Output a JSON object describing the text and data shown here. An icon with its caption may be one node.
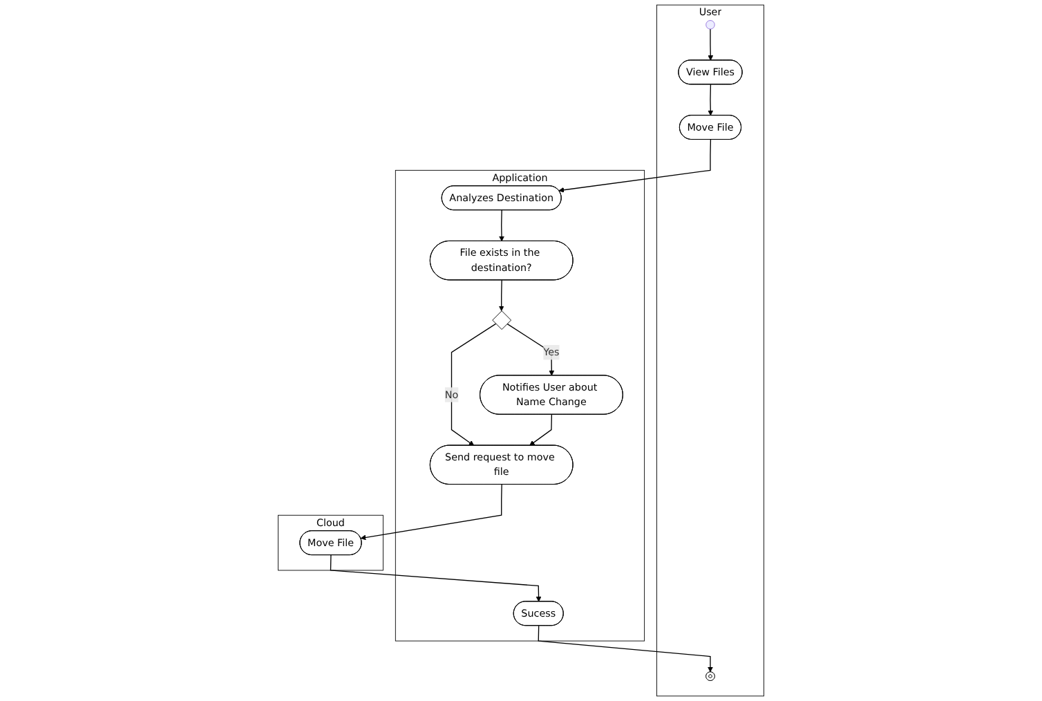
{
  "diagram": {
    "nodes": [
      {
        "text": [
          "User"
        ]
      },
      {
        "text": [
          "Application"
        ]
      },
      {
        "text": [
          "Cloud"
        ]
      },
      {
        "text": [],
        "shape": "circle",
        "in": 0
      },
      {
        "text": [
          "View Files"
        ],
        "in": 0
      },
      {
        "text": [
          "Move File"
        ],
        "in": 0
      },
      {
        "text": [
          "Analyzes Destination"
        ],
        "in": 1
      },
      {
        "text": [
          "File exists in the destination?"
        ],
        "in": 1
      },
      {
        "text": [
          "Notifies User about Name Change"
        ],
        "in": 1
      },
      {
        "text": [],
        "shape": "diamond",
        "in": 1
      },
      {
        "text": [
          "Send request to move file"
        ],
        "in": 1
      },
      {
        "text": [
          "Move File"
        ],
        "in": 2
      },
      {
        "text": [
          "Sucess"
        ],
        "in": 1
      },
      {
        "text": [],
        "shape": "circle",
        "in": 0
      }
    ],
    "edges": [
      {
        "from": 3,
        "to": 4,
        "arrow": "to"
      },
      {
        "from": 4,
        "to": 5,
        "arrow": "to"
      },
      {
        "from": 5,
        "to": 6,
        "arrow": "to"
      },
      {
        "from": 6,
        "to": 7,
        "arrow": "to"
      },
      {
        "from": 7,
        "to": 9,
        "arrow": "to"
      },
      {
        "from": 9,
        "to": 8,
        "arrow": "to",
        "label": "Yes"
      },
      {
        "from": 9,
        "to": 10,
        "arrow": "to",
        "label": "No"
      },
      {
        "from": 8,
        "to": 10,
        "arrow": "to"
      },
      {
        "from": 10,
        "to": 11,
        "arrow": "to"
      },
      {
        "from": 11,
        "to": 12,
        "arrow": "to"
      },
      {
        "from": 12,
        "to": 13,
        "arrow": "to"
      }
    ]
  }
}
